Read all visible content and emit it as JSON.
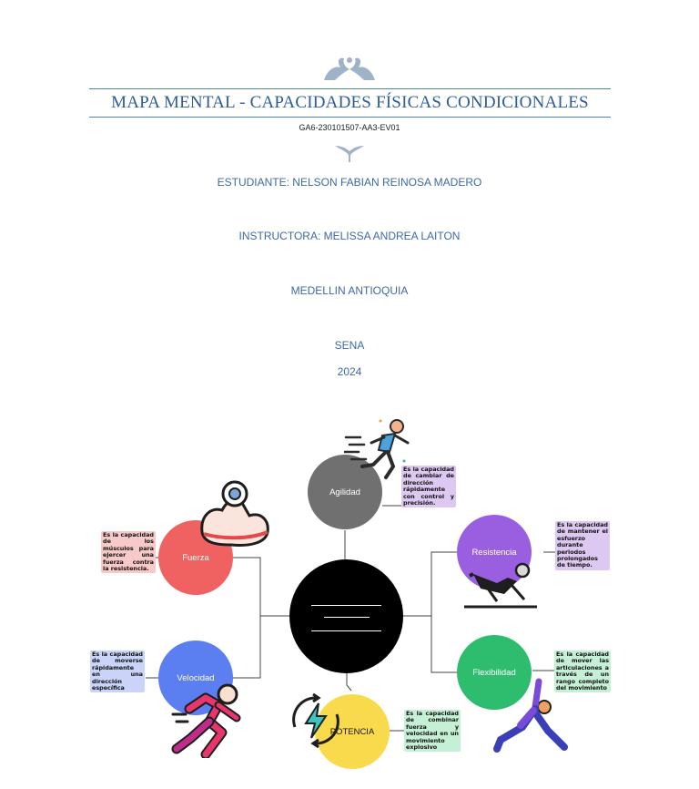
{
  "header": {
    "title": "MAPA MENTAL - CAPACIDADES FÍSICAS CONDICIONALES",
    "code": "GA6-230101507-AA3-EV01"
  },
  "info": {
    "student": "ESTUDIANTE:  NELSON FABIAN REINOSA MADERO",
    "instructor": "INSTRUCTORA: MELISSA ANDREA LAITON",
    "city": "MEDELLIN ANTIOQUIA",
    "institution": "SENA",
    "year": "2024"
  },
  "nodes": {
    "agilidad": {
      "label": "Agilidad",
      "description": "Es la capacidad de cambiar de dirección rápidamente con control y precisión.",
      "color": "#707070",
      "note_color": "#dcc8f0"
    },
    "fuerza": {
      "label": "Fuerza",
      "description": "Es la capacidad de los músculos para ejercer una fuerza contra la resistencia.",
      "color": "#f06262",
      "note_color": "#f8c9c9"
    },
    "resistencia": {
      "label": "Resistencia",
      "description": "Es la capacidad de mantener el esfuerzo durante periodos prolongados de tiempo.",
      "color": "#9a5fe0",
      "note_color": "#dcc8f0"
    },
    "velocidad": {
      "label": "Velocidad",
      "description": "Es la capacidad de moverse rápidamente en una dirección específica",
      "color": "#5b7ef0",
      "note_color": "#c9d4f8"
    },
    "flexibilidad": {
      "label": "Flexibilidad",
      "description": "Es la capacidad de mover las articulaciones a través de un rango completo del movimiento",
      "color": "#2ebd6e",
      "note_color": "#c6f0d6"
    },
    "potencia": {
      "label": "POTENCIA",
      "description": "Es la capacidad de combinar fuerza y velocidad en un movimiento explosivo",
      "color": "#fada4d",
      "note_color": "#c6f0d6"
    }
  },
  "icons": [
    "ornament-top-icon",
    "ornament-mid-icon",
    "runner-agility-icon",
    "biceps-icon",
    "rowing-icon",
    "sprinter-icon",
    "yoga-stretch-icon",
    "power-icon"
  ]
}
